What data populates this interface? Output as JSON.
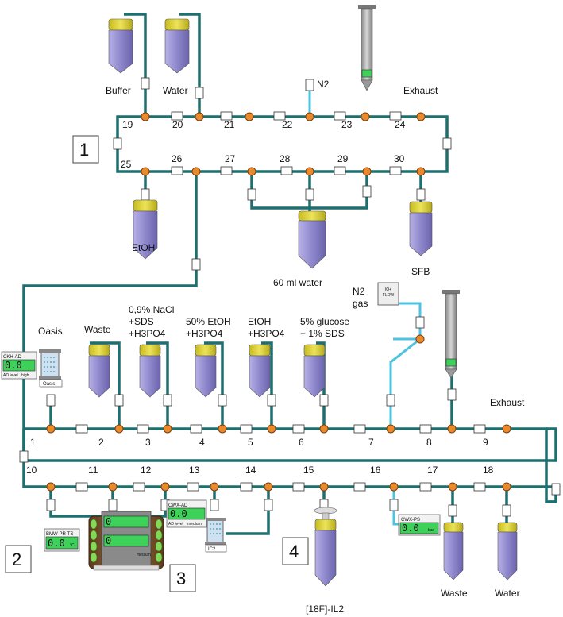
{
  "modules": [
    "1",
    "2",
    "3",
    "4"
  ],
  "valve_numbers": [
    "1",
    "2",
    "3",
    "4",
    "5",
    "6",
    "7",
    "8",
    "9",
    "10",
    "11",
    "12",
    "13",
    "14",
    "15",
    "16",
    "17",
    "18",
    "19",
    "20",
    "21",
    "22",
    "23",
    "24",
    "25",
    "26",
    "27",
    "28",
    "29",
    "30"
  ],
  "labels": {
    "buffer": "Buffer",
    "water_top": "Water",
    "n2_top": "N2",
    "exhaust_top": "Exhaust",
    "etoh": "EtOH",
    "water60": "60 ml water",
    "sfb": "SFB",
    "oasis": "Oasis",
    "waste_mid": "Waste",
    "nacl_1": "0,9% NaCl",
    "nacl_2": "+SDS",
    "nacl_3": "+H3PO4",
    "etoh50_1": "50% EtOH",
    "etoh50_2": "+H3PO4",
    "etohh_1": "EtOH",
    "etohh_2": "+H3PO4",
    "glucose_1": "5% glucose",
    "glucose_2": "+ 1% SDS",
    "n2gas_1": "N2",
    "n2gas_2": "gas",
    "flow_1": "IQ+",
    "flow_2": "FLOW",
    "exhaust_mid": "Exhaust",
    "product": "[18F]-IL2",
    "waste_bottom": "Waste",
    "water_bottom": "Water",
    "oasis_tag": "Oasis",
    "ic2_tag": "IC2",
    "medium_tag": "medium"
  },
  "sensors": {
    "ckh": {
      "name": "CKH-AD",
      "value": "0.0",
      "unit": "",
      "sub1": "AD level",
      "sub2": "high"
    },
    "cwx_ad": {
      "name": "CWX-AD",
      "value": "0.0",
      "unit": "",
      "sub1": "AD level",
      "sub2": "medium"
    },
    "cwx_ps": {
      "name": "CWX-PS",
      "value": "0.0",
      "unit": "bar"
    },
    "reactor": {
      "name": "BMW-PR-TS",
      "value": "0.0",
      "unit": "°C"
    },
    "reactor_lcd1": "0",
    "reactor_lcd2": "0"
  },
  "colors": {
    "pipe": "#1f6f6f",
    "gas_pipe": "#4ec3e0",
    "valve": "#e98a2e",
    "vial_cap": "#d8cf35",
    "vial_body": "#8d86c9",
    "lcd": "#3ed15a"
  }
}
